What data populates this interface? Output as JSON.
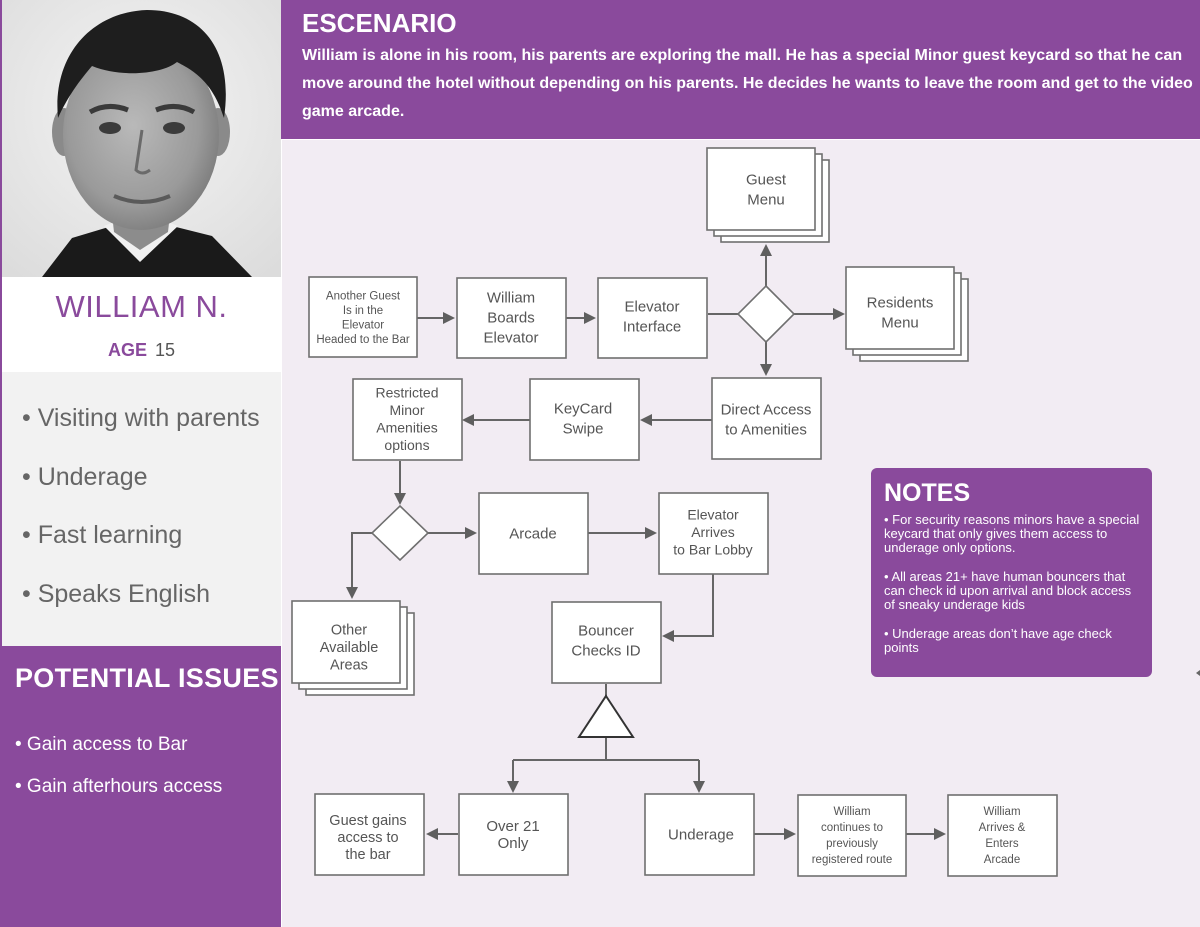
{
  "persona": {
    "name": "WILLIAM N.",
    "age_label": "AGE",
    "age_value": "15",
    "traits": [
      "• Visiting with parents",
      "• Underage",
      "• Fast learning",
      "• Speaks English"
    ]
  },
  "issues": {
    "title": "POTENTIAL ISSUES",
    "items": [
      "• Gain access to Bar",
      "• Gain afterhours access"
    ]
  },
  "scenario": {
    "title": "ESCENARIO",
    "text": "William is alone in his room, his parents are exploring the mall. He has a special Minor guest keycard so that he can move around the hotel without depending on his parents. He decides he wants to leave the room and get to the video game arcade."
  },
  "notes": {
    "title": "NOTES",
    "items": [
      "• For security reasons minors have a special keycard that only gives them access to underage only options.",
      "• All areas 21+ have human bouncers that can check id upon arrival and block access of sneaky underage kids",
      "• Underage areas don’t have age check points"
    ]
  },
  "flow": {
    "another_guest": [
      "Another Guest",
      "Is in the",
      "Elevator",
      "Headed to the Bar"
    ],
    "william_boards": [
      "William",
      "Boards",
      "Elevator"
    ],
    "elevator_interface": [
      "Elevator",
      "Interface"
    ],
    "guest_menu": [
      "Guest",
      "Menu"
    ],
    "residents_menu": [
      "Residents",
      "Menu"
    ],
    "direct_access": [
      "Direct Access",
      "to Amenities"
    ],
    "keycard_swipe": [
      "KeyCard",
      "Swipe"
    ],
    "restricted_minor": [
      "Restricted",
      "Minor",
      "Amenities",
      "options"
    ],
    "arcade": [
      "Arcade"
    ],
    "elevator_arrives": [
      "Elevator",
      "Arrives",
      "to Bar Lobby"
    ],
    "other_areas": [
      "Other",
      "Available",
      "Areas"
    ],
    "bouncer_checks": [
      "Bouncer",
      "Checks ID"
    ],
    "guest_gains": [
      "Guest gains",
      "access to",
      "the bar"
    ],
    "over_21": [
      "Over 21",
      "Only"
    ],
    "underage": [
      "Underage"
    ],
    "william_continues": [
      "William",
      "continues to",
      "previously",
      "registered route"
    ],
    "william_arrives": [
      "William",
      "Arrives &",
      "Enters",
      "Arcade"
    ]
  }
}
